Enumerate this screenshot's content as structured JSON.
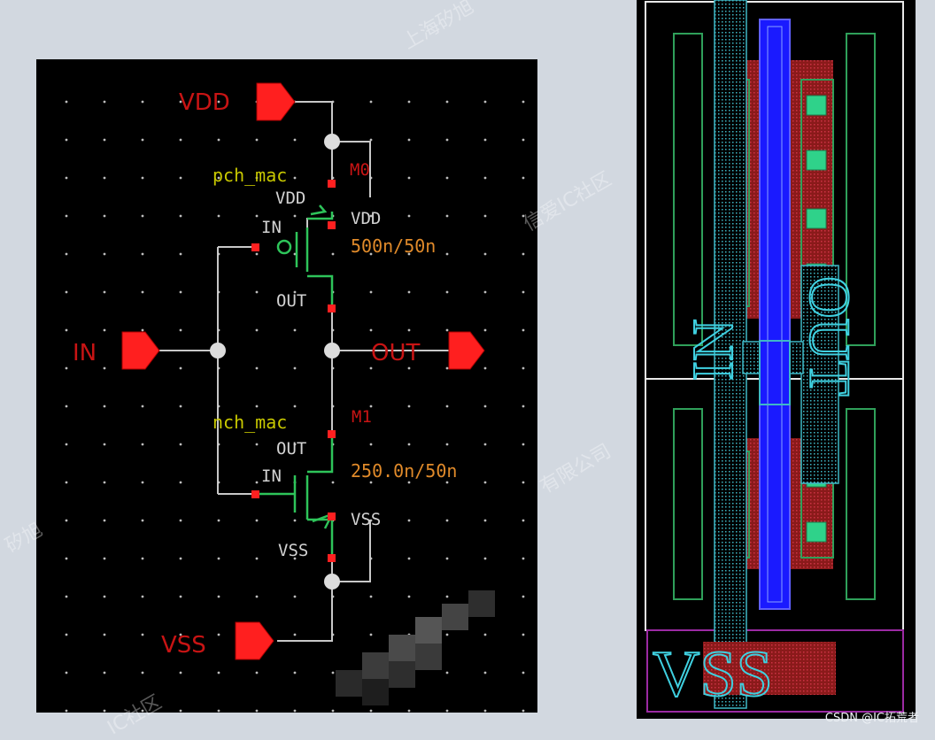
{
  "schematic": {
    "pins": {
      "vdd": "VDD",
      "in": "IN",
      "out": "OUT",
      "vss": "VSS"
    },
    "pmos": {
      "model": "pch_mac",
      "instance": "M0",
      "drain_label": "VDD",
      "gate_label": "IN",
      "source_label": "OUT",
      "bulk_label": "VDD",
      "size": "500n/50n"
    },
    "nmos": {
      "model": "nch_mac",
      "instance": "M1",
      "drain_label": "OUT",
      "gate_label": "IN",
      "source_label": "VSS",
      "bulk_label": "VSS",
      "size": "250.0n/50n"
    }
  },
  "layout": {
    "labels": {
      "in": "IN",
      "out": "OUT",
      "vss": "VSS"
    }
  },
  "watermarks": [
    "上海矽旭",
    "信爱IC社区",
    "有限公司",
    "矽旭",
    "IC社区"
  ],
  "credit": "CSDN @IC拓荒者",
  "colors": {
    "pin": "#ff1f1f",
    "wire": "#c8c8c8",
    "pin_label": "#c81414",
    "model_label": "#c8c800",
    "size_label": "#e08a2a",
    "pin_dot": "#ff2020",
    "metal": "#2020ff",
    "poly_active": "#00c8ff"
  }
}
